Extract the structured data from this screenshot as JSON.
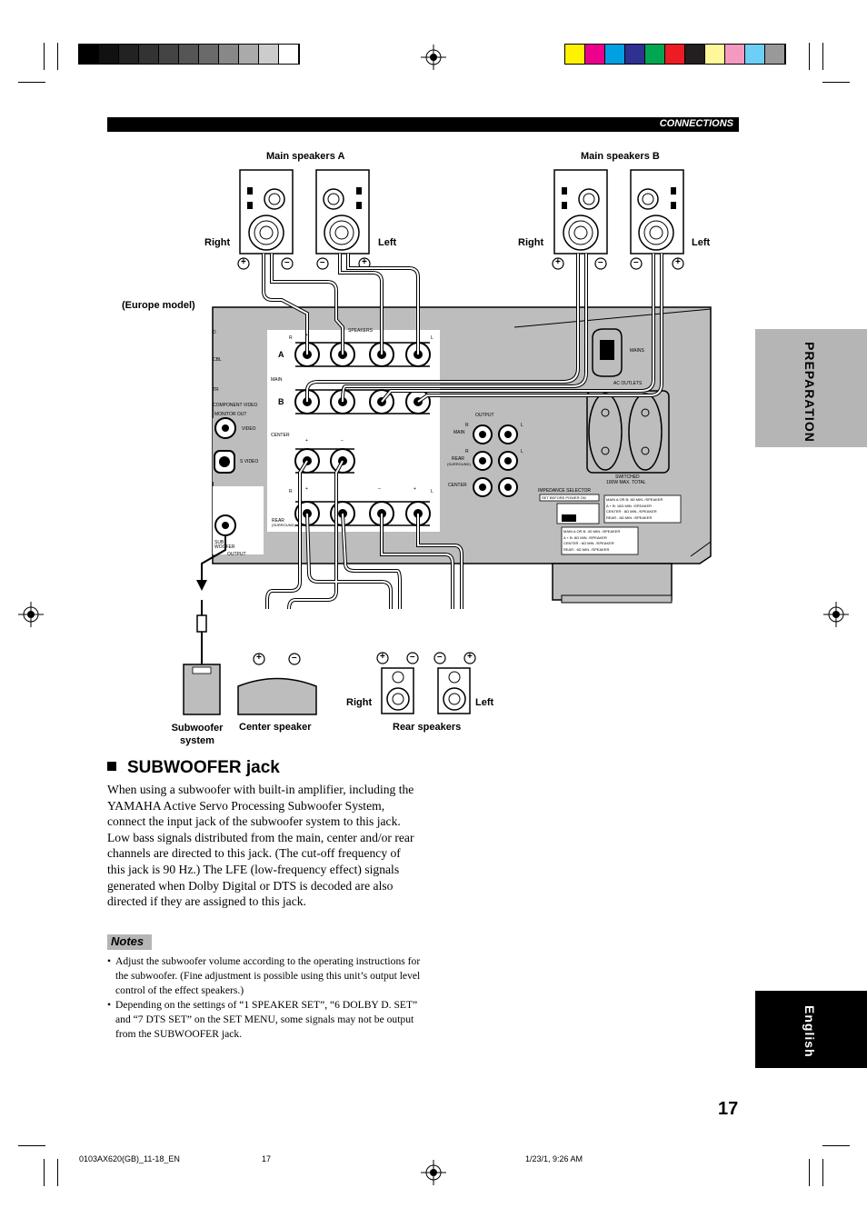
{
  "header": {
    "section": "CONNECTIONS"
  },
  "side_tabs": {
    "preparation": "PREPARATION",
    "english": "English"
  },
  "diagram": {
    "main_speakers_a": "Main speakers A",
    "main_speakers_b": "Main speakers B",
    "europe_model": "(Europe model)",
    "right": "Right",
    "left": "Left",
    "subwoofer_system": "Subwoofer system",
    "center_speaker": "Center speaker",
    "rear_speakers": "Rear speakers",
    "panel": {
      "speakers": "SPEAKERS",
      "a": "A",
      "b": "B",
      "main": "MAIN",
      "center": "CENTER",
      "rear": "REAR",
      "surround": "(SURROUND)",
      "video": "VIDEO",
      "s_video": "S VIDEO",
      "component_video": "COMPONENT VIDEO",
      "monitor_out": "MONITOR OUT",
      "sub_woofer": "SUB WOOFER",
      "output": "OUTPUT",
      "mains": "MAINS",
      "ac_outlets": "AC OUTLETS",
      "switched": "SWITCHED",
      "max_total": "100W MAX. TOTAL",
      "impedance_selector": "IMPEDANCE SELECTOR",
      "set_before": "SET BEFORE POWER ON",
      "r": "R",
      "l": "L",
      "cbl": "CBL",
      "d": "D",
      "tr": "TR",
      "plus": "+",
      "minus": "–",
      "imp_top": [
        "MAIN A OR B: 8Ω MIN. /SPEAKER",
        "A + B: 16Ω MIN. /SPEAKER",
        "CENTER   : 8Ω MIN. /SPEAKER",
        "REAR   : 8Ω MIN. /SPEAKER"
      ],
      "imp_bottom": [
        "MAIN A OR B: 4Ω MIN. /SPEAKER",
        "A + B: 8Ω MIN. /SPEAKER",
        "CENTER   : 6Ω MIN. /SPEAKER",
        "REAR   : 6Ω MIN. /SPEAKER"
      ]
    }
  },
  "section": {
    "title": "SUBWOOFER jack",
    "body": "When using a subwoofer with built-in amplifier, including the YAMAHA Active Servo Processing Subwoofer System, connect the input jack of the subwoofer system to this jack. Low bass signals distributed from the main, center and/or rear channels are directed to this jack. (The cut-off frequency of this jack is 90 Hz.) The LFE (low-frequency effect) signals generated when Dolby Digital or DTS is decoded are also directed if they are assigned to this jack.",
    "notes_label": "Notes",
    "notes": [
      "Adjust the subwoofer volume according to the operating instructions for the subwoofer. (Fine adjustment is possible using this unit’s output level control of the effect speakers.)",
      "Depending on the settings of “1 SPEAKER SET”, “6 DOLBY D. SET” and “7 DTS SET” on the SET MENU, some signals may not be output from the SUBWOOFER jack."
    ]
  },
  "page_number": "17",
  "footer": {
    "file": "0103AX620(GB)_11-18_EN",
    "page": "17",
    "date": "1/23/1, 9:26 AM"
  },
  "colors": {
    "gray_swatches": [
      "#000000",
      "#111111",
      "#222222",
      "#333333",
      "#444444",
      "#555555",
      "#6a6a6a",
      "#888888",
      "#aaaaaa",
      "#cccccc",
      "#ffffff"
    ],
    "color_swatches": [
      "#fff200",
      "#ec008c",
      "#00a0e3",
      "#2e3192",
      "#00a651",
      "#ed1c24",
      "#231f20",
      "#fff799",
      "#f49ac1",
      "#6dcff6",
      "#999999"
    ],
    "panel_gray": "#bdbdbd",
    "tab_gray": "#b5b5b5"
  }
}
